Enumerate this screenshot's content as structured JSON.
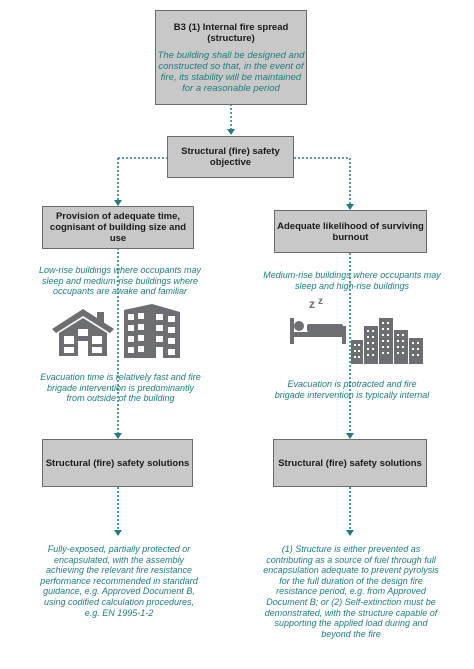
{
  "colors": {
    "box_fill": "#c8c8c8",
    "box_border": "#6b6b6b",
    "teal": "#1e7d7f",
    "icon_gray": "#6d6e71"
  },
  "top_box": {
    "title": "B3 (1) Internal fire spread (structure)",
    "body": "The building shall be designed and constructed so that, in the event of fire, its stability will be maintained for a reasonable period"
  },
  "objective_box": {
    "title": "Structural (fire) safety objective"
  },
  "left": {
    "heading": "Provision of adequate time, cognisant of building size and use",
    "occupancy_text": "Low-rise buildings where occupants may sleep and medium-rise buildings where occupants are awake and familiar",
    "icons": [
      "house-icon",
      "office-building-icon"
    ],
    "evacuation_text": "Evacuation time is relatively fast and fire brigade intervention is predominantly from outside of the building",
    "solutions_title": "Structural (fire) safety solutions",
    "solutions_text": "Fully-exposed, partially protected or encapsulated, with the assembly achieving the relevant fire resistance performance recommended in standard guidance, e.g. Approved Document B, using codified calculation procedures, e.g. EN 1995-1-2"
  },
  "right": {
    "heading": "Adequate likelihood of surviving burnout",
    "occupancy_text": "Medium-rise buildings where occupants may sleep and high-rise buildings",
    "icons": [
      "sleeping-person-icon",
      "high-rise-city-icon"
    ],
    "evacuation_text": "Evacuation is protracted and fire brigade intervention is typically internal",
    "solutions_title": "Structural (fire) safety solutions",
    "solutions_text": "(1) Structure is either prevented as contributing as a source of fuel through full encapsulation adequate to prevent pyrolysis for the full duration of the design fire resistance period, e.g. from Approved Document B; or (2) Self-extinction must be demonstrated, with the structure capable of supporting the applied load during and beyond the fire"
  }
}
